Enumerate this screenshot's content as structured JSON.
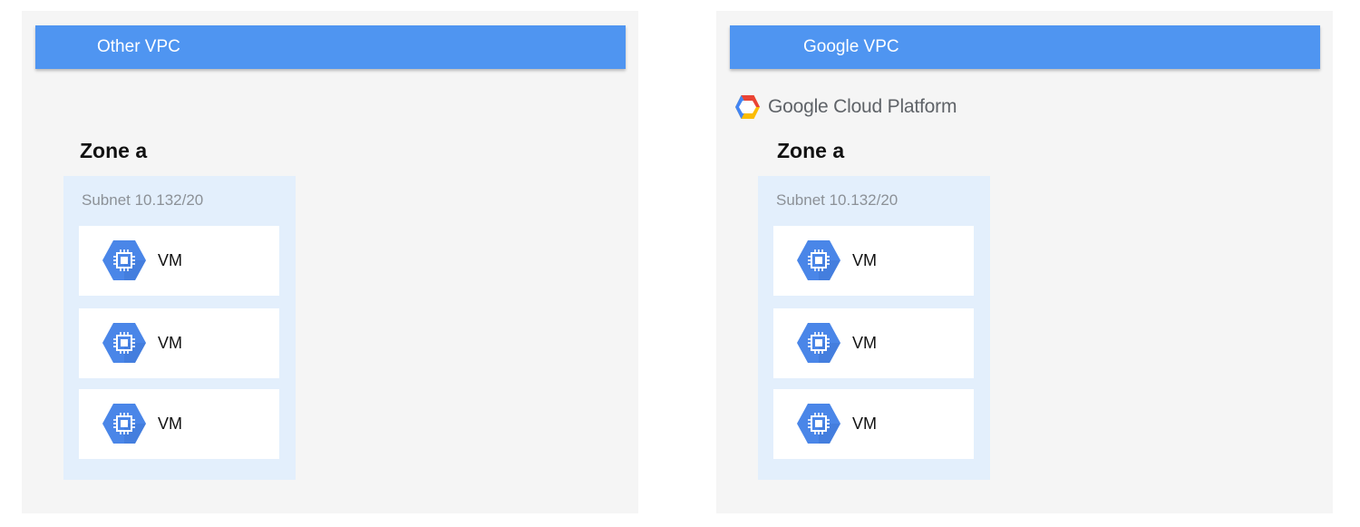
{
  "panels": [
    {
      "header": "Other VPC",
      "zone": "Zone a",
      "subnet": "Subnet 10.132/20",
      "vms": [
        "VM",
        "VM",
        "VM"
      ]
    },
    {
      "header": "Google VPC",
      "logo_text": "Google Cloud Platform",
      "zone": "Zone a",
      "subnet": "Subnet 10.132/20",
      "vms": [
        "VM",
        "VM",
        "VM"
      ]
    }
  ],
  "colors": {
    "header_bg": "#4f95f1",
    "panel_bg": "#f5f5f5",
    "subnet_bg": "#e3effc",
    "vm_icon": "#4a86e8"
  },
  "icons": {
    "vm": "compute-engine-chip-icon",
    "logo": "google-cloud-hexagon-icon"
  }
}
